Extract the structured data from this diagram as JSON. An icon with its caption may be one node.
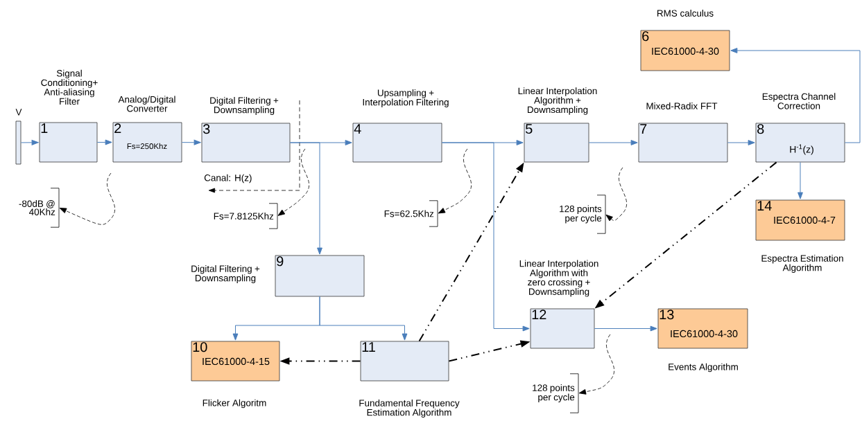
{
  "diagram": {
    "nodes": [
      {
        "text": [
          "V"
        ]
      },
      {
        "text": [
          "Signal Conditioning+ Anti-aliasing Filter",
          "1"
        ]
      },
      {
        "text": [
          "Analog/Digital Converter",
          "2",
          "Fs=250Khz"
        ]
      },
      {
        "text": [
          "Digital Filtering + Downsampling",
          "3"
        ]
      },
      {
        "text": [
          "Upsampling + Interpolation Filtering",
          "4"
        ]
      },
      {
        "text": [
          "Linear Interpolation Algorithm + Downsampling",
          "5"
        ]
      },
      {
        "text": [
          "RMS calculus",
          "6",
          "IEC61000-4-30"
        ]
      },
      {
        "text": [
          "Mixed-Radix FFT",
          "7"
        ]
      },
      {
        "text": [
          "Espectra Channel Correction",
          "8",
          "H$^{-1}$(z)"
        ]
      },
      {
        "text": [
          "Digital Filtering + Downsampling",
          "9"
        ]
      },
      {
        "text": [
          "10",
          "IEC61000-4-15",
          "Flicker Algoritm"
        ]
      },
      {
        "text": [
          "11",
          "Fundamental Frequency Estimation Algorithm"
        ]
      },
      {
        "text": [
          "Linear Interpolation Algorithm with zero crossing + Downsampling",
          "12"
        ]
      },
      {
        "text": [
          "13",
          "IEC61000-4-30",
          "Events Algorithm"
        ]
      },
      {
        "text": [
          "14",
          "IEC61000-4-7",
          "Espectra Estimation Algorithm"
        ]
      },
      {
        "text": [
          "-80dB @ 40Khz"
        ]
      },
      {
        "text": [
          "Fs=7.8125Khz"
        ]
      },
      {
        "text": [
          "Fs=62.5Khz"
        ]
      },
      {
        "text": [
          "128 points per cycle"
        ]
      },
      {
        "text": [
          "128 points per cycle"
        ]
      }
    ],
    "edges": [
      {
        "from": 0,
        "to": 1,
        "arrow": "to"
      },
      {
        "from": 1,
        "to": 2,
        "arrow": "to"
      },
      {
        "from": 2,
        "to": 3,
        "arrow": "to"
      },
      {
        "from": 3,
        "to": 4,
        "arrow": "to"
      },
      {
        "from": 3,
        "to": 9,
        "arrow": "to"
      },
      {
        "from": 4,
        "to": 5,
        "arrow": "to"
      },
      {
        "from": 4,
        "to": 12,
        "arrow": "to"
      },
      {
        "from": 5,
        "to": 7,
        "arrow": "to"
      },
      {
        "from": 7,
        "to": 8,
        "arrow": "to"
      },
      {
        "from": 8,
        "to": 14,
        "arrow": "to"
      },
      {
        "from": 8,
        "to": 6,
        "arrow": "to"
      },
      {
        "from": 9,
        "to": 10,
        "arrow": "to"
      },
      {
        "from": 9,
        "to": 11,
        "arrow": "to"
      },
      {
        "from": 12,
        "to": 13,
        "arrow": "to"
      },
      {
        "from": 11,
        "to": 10,
        "arrow": "to",
        "style": "dashed",
        "color": "#000000"
      },
      {
        "from": 11,
        "to": 5,
        "arrow": "to",
        "style": "dashed",
        "color": "#000000"
      },
      {
        "from": 11,
        "to": 12,
        "arrow": "to",
        "style": "dashed",
        "color": "#000000"
      },
      {
        "from": 8,
        "to": 12,
        "arrow": "to",
        "style": "dashed",
        "color": "#000000"
      },
      {
        "from": null,
        "to": 15,
        "arrow": "to",
        "style": "dashed",
        "color": "#000000"
      },
      {
        "from": null,
        "to": 16,
        "arrow": "to",
        "style": "dashed",
        "color": "#000000"
      },
      {
        "from": null,
        "to": 17,
        "arrow": "to",
        "style": "dashed",
        "color": "#000000"
      },
      {
        "from": null,
        "to": 18,
        "arrow": "to",
        "style": "dashed",
        "color": "#000000"
      },
      {
        "from": null,
        "to": 19,
        "arrow": "to",
        "style": "dashed",
        "color": "#000000"
      }
    ],
    "labels": [
      "Canal:  H(z)"
    ]
  }
}
